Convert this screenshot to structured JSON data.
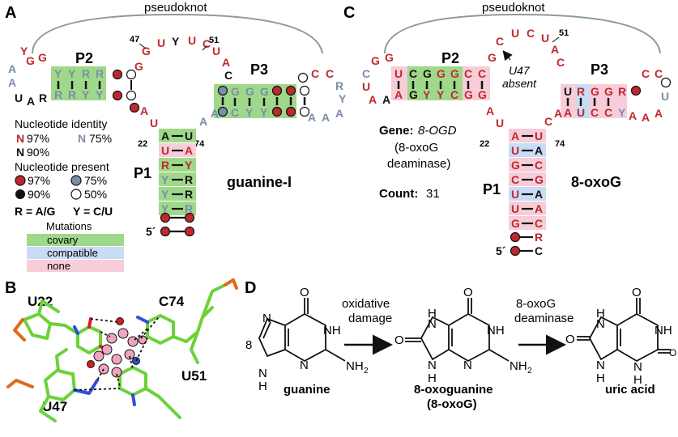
{
  "colors": {
    "red": "#c0282d",
    "gray": "#7b8da8",
    "black": "#111111",
    "covary": "#9fd88a",
    "compatible": "#c9dcf5",
    "none": "#f6cdd9",
    "arc": "#8a9a9f"
  },
  "panelA": {
    "label": "A",
    "pseudoknot": "pseudoknot",
    "p2": "P2",
    "p3": "P3",
    "p1": "P1",
    "name": "guanine-I",
    "num47": "47",
    "num51": "51",
    "num22": "22",
    "num74": "74",
    "loop": [
      "G",
      "U",
      "Y",
      "U",
      "C",
      "U",
      "A",
      "C"
    ],
    "legend": {
      "identity_title": "Nucleotide identity",
      "n97": "97%",
      "n90": "90%",
      "n75": "75%",
      "present_title": "Nucleotide present",
      "p97": "97%",
      "p75": "75%",
      "p90": "90%",
      "p50": "50%",
      "r_def": "R = A/G",
      "y_def": "Y = C/U",
      "mut_title": "Mutations",
      "covary": "covary",
      "compatible": "compatible",
      "none": "none"
    },
    "p1_pairs": [
      [
        "A",
        "U"
      ],
      [
        "U",
        "A"
      ],
      [
        "R",
        "Y"
      ],
      [
        "Y",
        "R"
      ],
      [
        "Y",
        "R"
      ],
      [
        "Y",
        "R"
      ]
    ],
    "five_prime": "5´"
  },
  "panelB": {
    "label": "B",
    "u22": "U22",
    "c74": "C74",
    "u47": "U47",
    "u51": "U51"
  },
  "panelC": {
    "label": "C",
    "pseudoknot": "pseudoknot",
    "p2": "P2",
    "p3": "P3",
    "p1": "P1",
    "name": "8-oxoG",
    "num51": "51",
    "num22": "22",
    "num74": "74",
    "u47_absent_1": "U47",
    "u47_absent_2": "absent",
    "gene_label": "Gene:",
    "gene_name": "8-OGD",
    "gene_desc_1": "(8-oxoG",
    "gene_desc_2": "deaminase)",
    "count_label": "Count:",
    "count_value": "31",
    "p1_pairs": [
      [
        "A",
        "U"
      ],
      [
        "U",
        "A"
      ],
      [
        "G",
        "C"
      ],
      [
        "C",
        "G"
      ],
      [
        "U",
        "A"
      ],
      [
        "U",
        "A"
      ],
      [
        "G",
        "C"
      ]
    ],
    "five_prime": "5´",
    "tail": [
      "R",
      "C"
    ]
  },
  "panelD": {
    "label": "D",
    "step1_1": "oxidative",
    "step1_2": "damage",
    "step2_1": "8-oxoG",
    "step2_2": "deaminase",
    "guanine": "guanine",
    "oxoguanine_1": "8-oxoguanine",
    "oxoguanine_2": "(8-oxoG)",
    "uric": "uric acid",
    "atoms": {
      "O": "O",
      "N": "N",
      "NH": "NH",
      "H": "H",
      "NH2": "NH",
      "sub2": "2",
      "eight": "8"
    }
  }
}
